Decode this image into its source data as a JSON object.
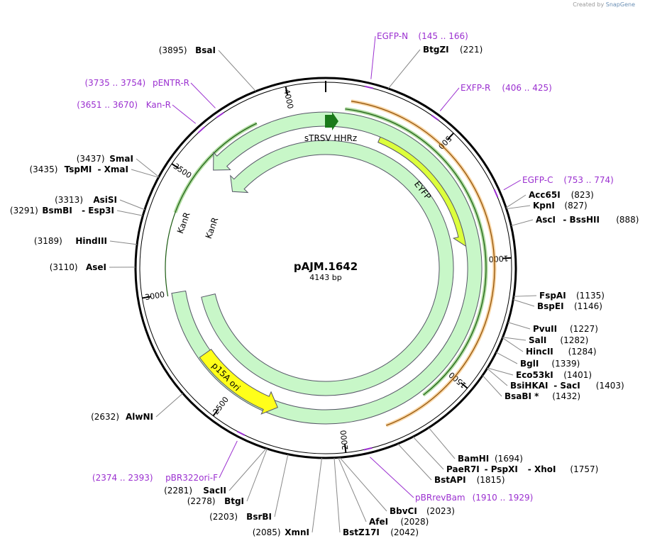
{
  "credit": {
    "prefix": "Created by",
    "brand": "SnapGene"
  },
  "plasmid": {
    "name": "pAJM.1642",
    "length": "4143 bp",
    "bp": 4143
  },
  "colors": {
    "primer": "#9b30d0",
    "kanr": "#c8f7c8",
    "eyfp": "#dcff3c",
    "ori": "#ffff1a",
    "promoter": "#1a7a1a",
    "orange_arc": "#f0a030",
    "green_arc": "#4caf27"
  },
  "ticks": [
    {
      "label": "500",
      "bp": 500
    },
    {
      "label": "1000",
      "bp": 1000
    },
    {
      "label": "1500",
      "bp": 1500
    },
    {
      "label": "2000",
      "bp": 2000
    },
    {
      "label": "2500",
      "bp": 2500
    },
    {
      "label": "3000",
      "bp": 3000
    },
    {
      "label": "3500",
      "bp": 3500
    },
    {
      "label": "4000",
      "bp": 4000
    }
  ],
  "features": [
    {
      "name": "EYFP",
      "type": "cds",
      "start": 260,
      "end": 940,
      "color": "#dcff3c"
    },
    {
      "name": "KanR",
      "type": "cds",
      "start": 3000,
      "end": 3580,
      "color": "#c8f7c8"
    },
    {
      "name": "KanR",
      "type": "cds",
      "start": 2955,
      "end": 3560,
      "color": "#c8f7c8"
    },
    {
      "name": "p15A ori",
      "type": "ori",
      "start": 2700,
      "end": 2290,
      "color": "#ffff1a"
    },
    {
      "name": "sTRSV HHRz",
      "type": "misc",
      "start": 140,
      "end": 210,
      "color": "#1a7a1a"
    }
  ],
  "sites": [
    {
      "name": "BtgZI",
      "pos": "(221)",
      "bp": 221,
      "side": "right"
    },
    {
      "name": "BsaI",
      "pos": "(3895)",
      "bp": 3895,
      "side": "left"
    },
    {
      "name": "Acc65I",
      "pos": "(823)",
      "bp": 823,
      "side": "right"
    },
    {
      "name": "KpnI",
      "pos": "(827)",
      "bp": 827,
      "side": "right"
    },
    {
      "name": "AscI",
      "name2": "BssHII",
      "pos": "(888)",
      "bp": 888,
      "side": "right"
    },
    {
      "name": "FspAI",
      "pos": "(1135)",
      "bp": 1135,
      "side": "right"
    },
    {
      "name": "BspEI",
      "pos": "(1146)",
      "bp": 1146,
      "side": "right"
    },
    {
      "name": "PvuII",
      "pos": "(1227)",
      "bp": 1227,
      "side": "right"
    },
    {
      "name": "SalI",
      "pos": "(1282)",
      "bp": 1282,
      "side": "right"
    },
    {
      "name": "HincII",
      "pos": "(1284)",
      "bp": 1284,
      "side": "right"
    },
    {
      "name": "BglI",
      "pos": "(1339)",
      "bp": 1339,
      "side": "right"
    },
    {
      "name": "Eco53kI",
      "pos": "(1401)",
      "bp": 1401,
      "side": "right"
    },
    {
      "name": "BsiHKAI",
      "name2": "SacI",
      "pos": "(1403)",
      "bp": 1403,
      "side": "right"
    },
    {
      "name": "BsaBI *",
      "pos": "(1432)",
      "bp": 1432,
      "side": "right"
    },
    {
      "name": "BamHI",
      "pos": "(1694)",
      "bp": 1694,
      "side": "right"
    },
    {
      "name": "PaeR7I",
      "name2": "PspXI",
      "name3": "XhoI",
      "pos": "(1757)",
      "bp": 1757,
      "side": "right"
    },
    {
      "name": "BstAPI",
      "pos": "(1815)",
      "bp": 1815,
      "side": "right"
    },
    {
      "name": "BbvCI",
      "pos": "(2023)",
      "bp": 2023,
      "side": "right"
    },
    {
      "name": "AfeI",
      "pos": "(2028)",
      "bp": 2028,
      "side": "right"
    },
    {
      "name": "BstZ17I",
      "pos": "(2042)",
      "bp": 2042,
      "side": "right"
    },
    {
      "name": "XmnI",
      "pos": "(2085)",
      "bp": 2085,
      "side": "left"
    },
    {
      "name": "BsrBI",
      "pos": "(2203)",
      "bp": 2203,
      "side": "left"
    },
    {
      "name": "BtgI",
      "pos": "(2278)",
      "bp": 2278,
      "side": "left"
    },
    {
      "name": "SacII",
      "pos": "(2281)",
      "bp": 2281,
      "side": "left"
    },
    {
      "name": "AlwNI",
      "pos": "(2632)",
      "bp": 2632,
      "side": "left"
    },
    {
      "name": "AseI",
      "pos": "(3110)",
      "bp": 3110,
      "side": "left"
    },
    {
      "name": "HindIII",
      "pos": "(3189)",
      "bp": 3189,
      "side": "left"
    },
    {
      "name": "BsmBI",
      "name2": "Esp3I",
      "pos": "(3291)",
      "bp": 3291,
      "side": "left"
    },
    {
      "name": "AsiSI",
      "pos": "(3313)",
      "bp": 3313,
      "side": "left"
    },
    {
      "name": "TspMI",
      "name2": "XmaI",
      "pos": "(3435)",
      "bp": 3435,
      "side": "left"
    },
    {
      "name": "SmaI",
      "pos": "(3437)",
      "bp": 3437,
      "side": "left"
    }
  ],
  "primers": [
    {
      "name": "EGFP-N",
      "range": "(145 .. 166)",
      "bp": 155,
      "side": "right"
    },
    {
      "name": "EXFP-R",
      "range": "(406 .. 425)",
      "bp": 415,
      "side": "right"
    },
    {
      "name": "EGFP-C",
      "range": "(753 .. 774)",
      "bp": 763,
      "side": "right"
    },
    {
      "name": "pBRrevBam",
      "range": "(1910 .. 1929)",
      "bp": 1920,
      "side": "right"
    },
    {
      "name": "pBR322ori-F",
      "range": "(2374 .. 2393)",
      "bp": 2383,
      "side": "left"
    },
    {
      "name": "Kan-R",
      "range": "(3651 .. 3670)",
      "bp": 3660,
      "side": "left"
    },
    {
      "name": "pENTR-R",
      "range": "(3735 .. 3754)",
      "bp": 3745,
      "side": "left"
    }
  ]
}
